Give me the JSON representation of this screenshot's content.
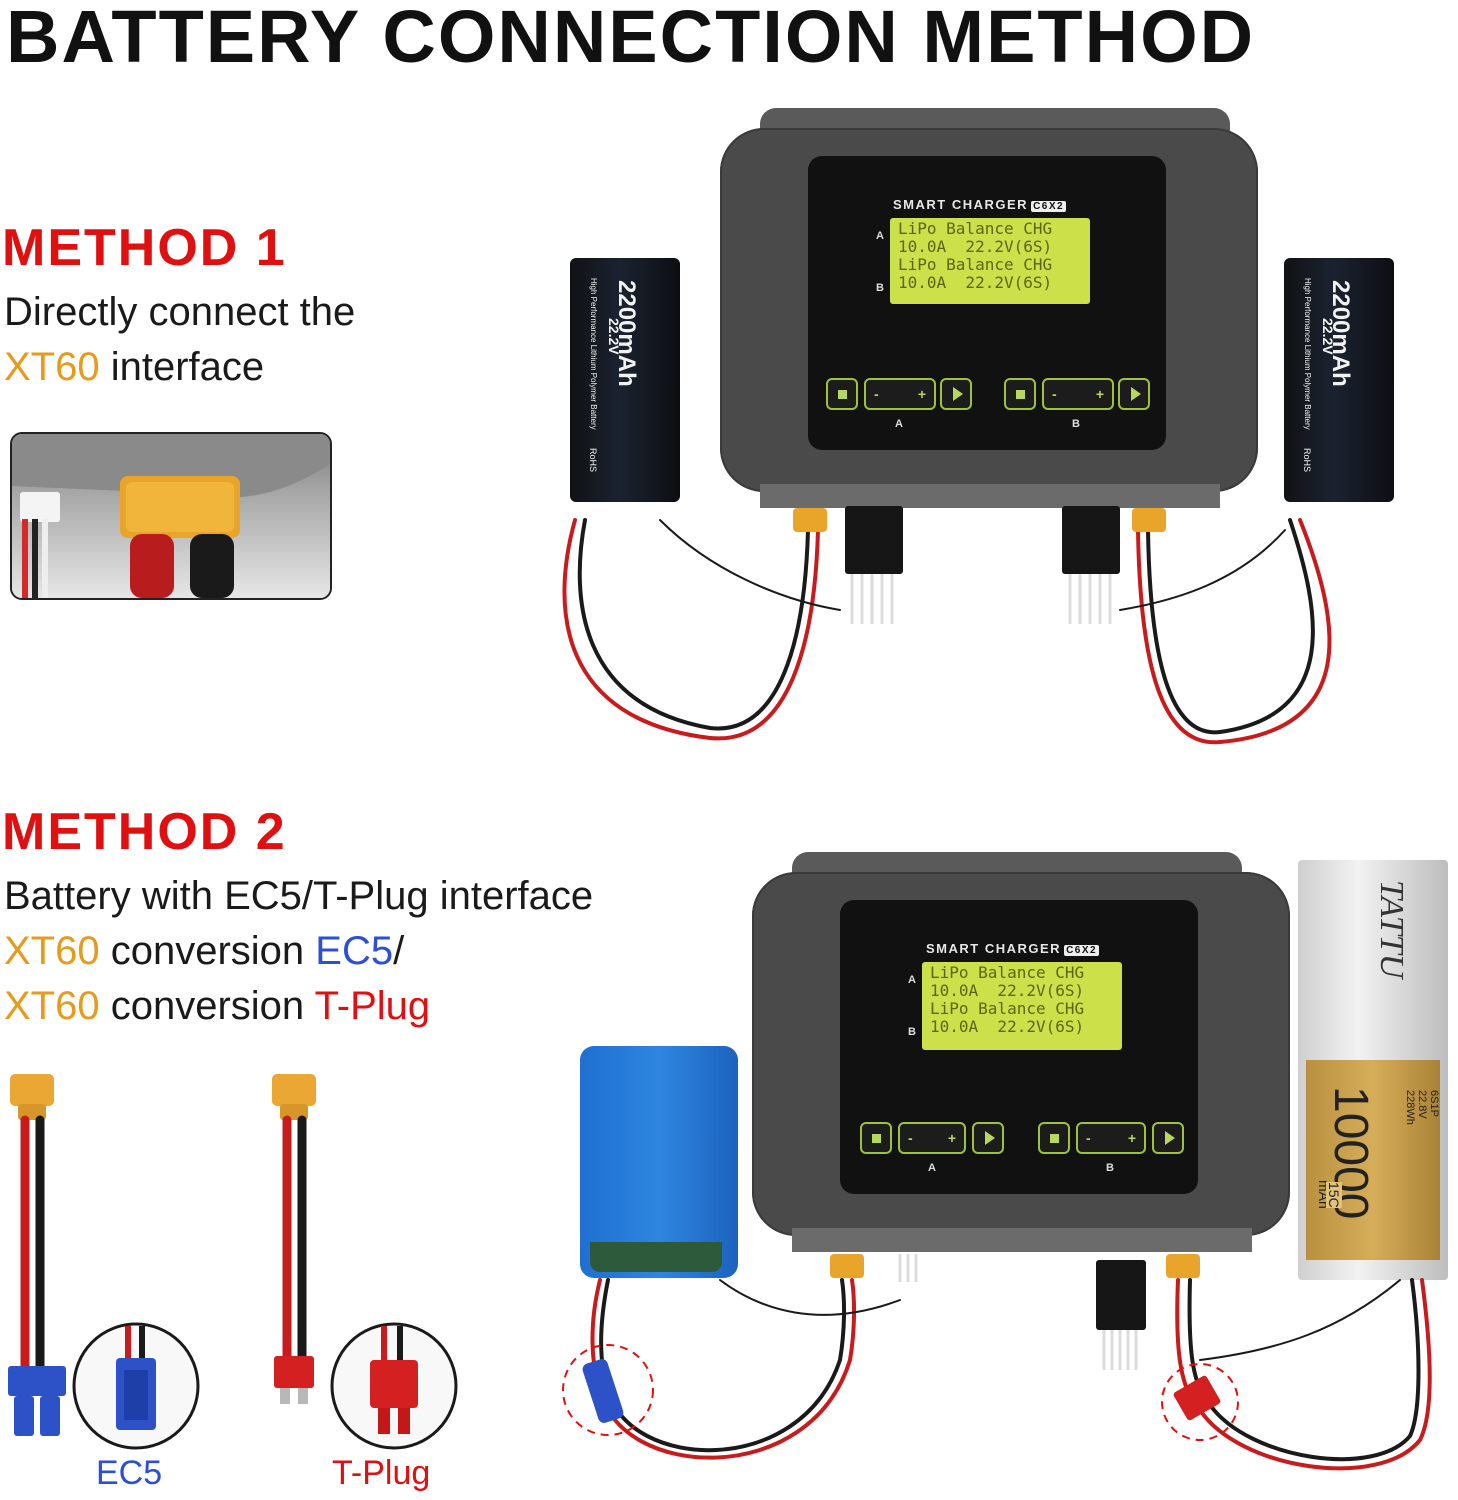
{
  "title": "BATTERY CONNECTION METHOD",
  "method1": {
    "heading": "METHOD 1",
    "line1": "Directly connect the",
    "line2_highlight": "XT60",
    "line2_rest": " interface"
  },
  "method2": {
    "heading": "METHOD 2",
    "line1": "Battery with EC5/T-Plug interface",
    "line2_xt60": "XT60",
    "line2_mid": " conversion ",
    "line2_target": "EC5",
    "line2_slash": "/",
    "line3_xt60": "XT60",
    "line3_mid": " conversion ",
    "line3_target": "T-Plug",
    "ec5_label": "EC5",
    "tplug_label": "T-Plug"
  },
  "charger": {
    "brand": "SMART CHARGER",
    "model": "C6X2",
    "row_a": "A",
    "row_b": "B",
    "lcd_line1": "LiPo Balance CHG",
    "lcd_line2": "10.0A  22.2V(6S)",
    "lcd_line3": "LiPo Balance CHG",
    "lcd_line4": "10.0A  22.2V(6S)",
    "minus": "-",
    "plus": "+",
    "channel_a": "A",
    "channel_b": "B"
  },
  "battery_small": {
    "capacity": "2200mAh",
    "voltage": "22.2V",
    "subtitle": "High Performance Lithium Polymer Battery",
    "rohs": "RoHS"
  },
  "battery_large": {
    "brand": "TATTU",
    "capacity": "10000",
    "unit": "mAh",
    "c_rating": "15C",
    "cells": "6S1P",
    "wh": "228Wh",
    "voltage": "22.8V"
  },
  "colors": {
    "accent_red": "#e01010",
    "accent_orange": "#e79a1c",
    "accent_blue": "#2b4fd6",
    "lcd_green": "#cce04a",
    "charger_body": "#4a4a4a"
  }
}
